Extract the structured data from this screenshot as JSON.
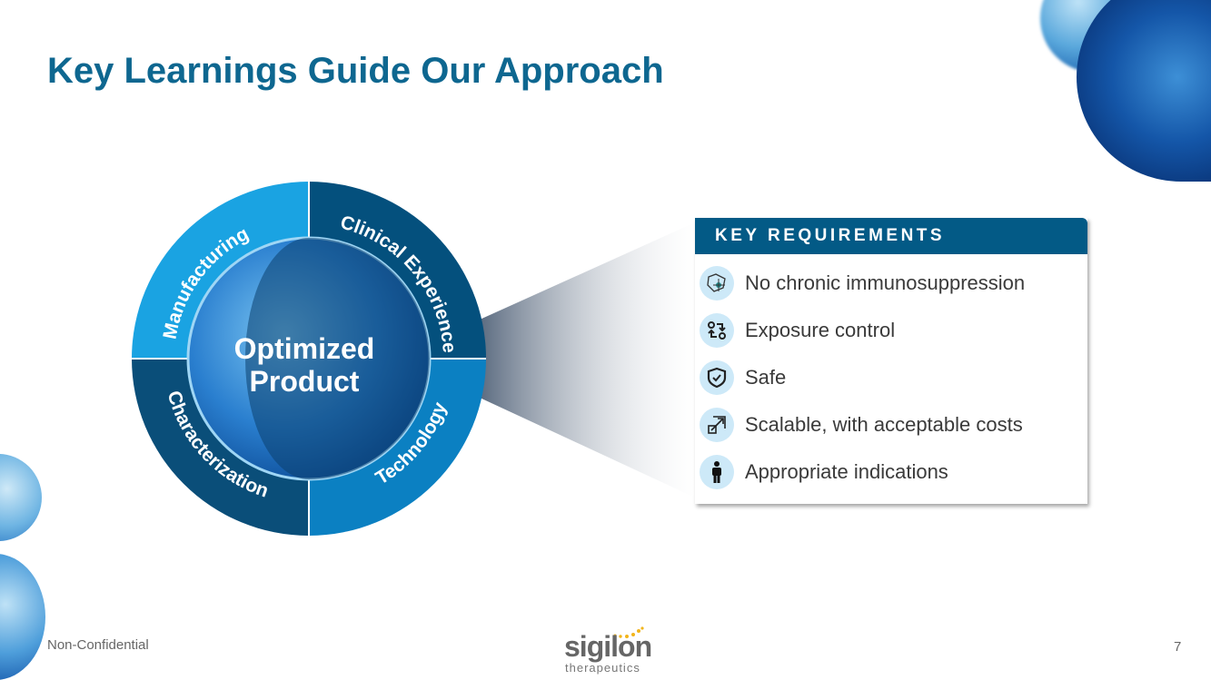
{
  "slide": {
    "title": "Key Learnings Guide Our Approach",
    "footer_label": "Non-Confidential",
    "page_number": "7"
  },
  "wheel": {
    "center_label_line1": "Optimized",
    "center_label_line2": "Product",
    "segments": [
      {
        "label": "Manufacturing",
        "color": "#1aa3e2"
      },
      {
        "label": "Clinical Experience",
        "color": "#04507d"
      },
      {
        "label": "Characterization",
        "color": "#0a4e79"
      },
      {
        "label": "Technology",
        "color": "#0b80c2"
      }
    ]
  },
  "requirements": {
    "header": "KEY REQUIREMENTS",
    "items": [
      {
        "label": "No chronic immunosuppression",
        "icon": "immune-cell-icon"
      },
      {
        "label": "Exposure control",
        "icon": "exchange-arrows-icon"
      },
      {
        "label": "Safe",
        "icon": "shield-check-icon"
      },
      {
        "label": "Scalable, with acceptable costs",
        "icon": "expand-arrow-icon"
      },
      {
        "label": "Appropriate indications",
        "icon": "person-icon"
      }
    ]
  },
  "logo": {
    "name": "sigilon",
    "tagline": "therapeutics"
  }
}
